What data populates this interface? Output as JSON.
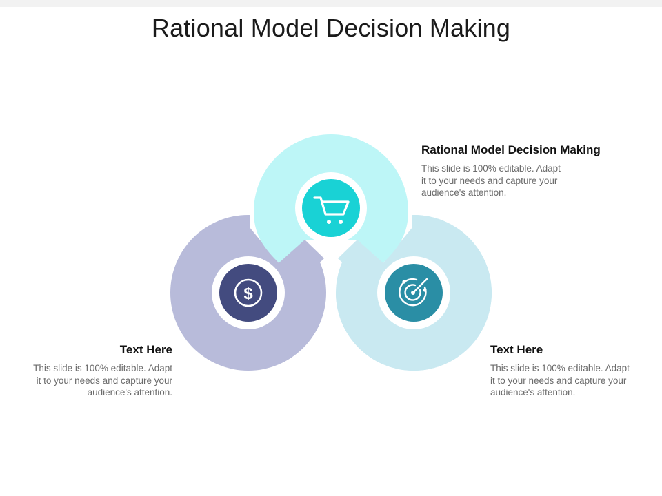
{
  "title": "Rational Model Decision Making",
  "colors": {
    "top_petal": "#bdf6f7",
    "top_icon": "#19d2d5",
    "left_petal": "#b8bbda",
    "left_icon": "#434b7f",
    "right_petal": "#c9e9f1",
    "right_icon": "#2a8ea5"
  },
  "items": [
    {
      "icon": "shopping-cart-icon",
      "heading": "Rational Model Decision Making",
      "body_lines": [
        "This slide is 100% editable. Adapt",
        "it to your needs and capture your",
        "audience's attention."
      ]
    },
    {
      "icon": "dollar-icon",
      "heading": "Text Here",
      "body_lines": [
        "This slide is 100% editable. Adapt",
        "it to your needs and capture your",
        "audience's attention."
      ]
    },
    {
      "icon": "target-icon",
      "heading": "Text Here",
      "body_lines": [
        "This slide is 100% editable. Adapt",
        "it to your needs and capture your",
        "audience's attention."
      ]
    }
  ]
}
